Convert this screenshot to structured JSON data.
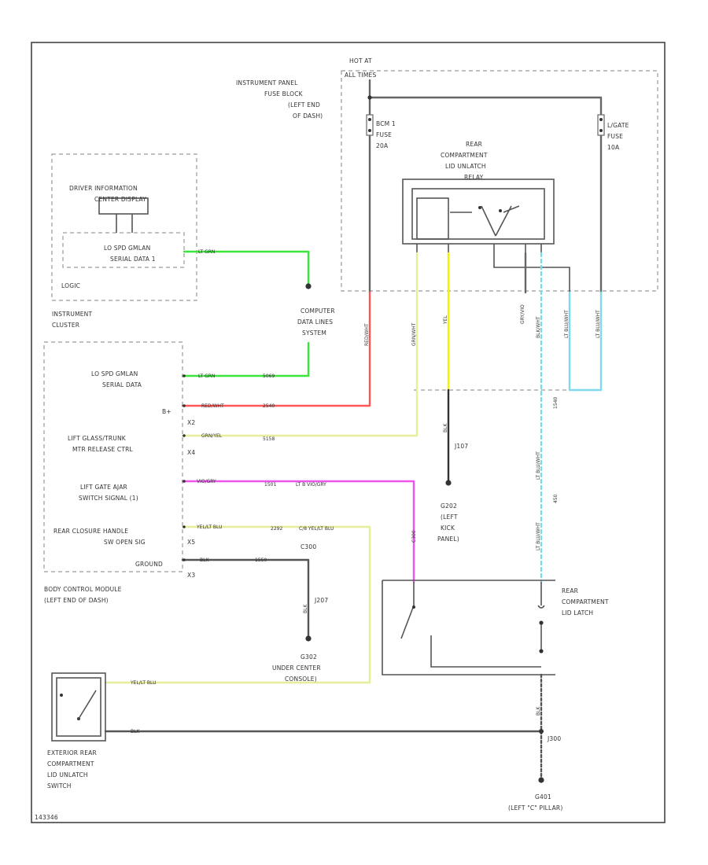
{
  "labels": {
    "hot_at": "HOT AT",
    "all_times": "ALL TIMES",
    "ipfb_1": "INSTRUMENT PANEL",
    "ipfb_2": "FUSE BLOCK",
    "ipfb_3": "(LEFT END",
    "ipfb_4": "OF DASH)",
    "fuse1_1": "BCM 1",
    "fuse1_2": "FUSE",
    "fuse1_3": "20A",
    "fuse2_1": "L/GATE",
    "fuse2_2": "FUSE",
    "fuse2_3": "10A",
    "relay_1": "REAR",
    "relay_2": "COMPARTMENT",
    "relay_3": "LID UNLATCH",
    "relay_4": "RELAY",
    "dic_1": "DRIVER INFORMATION",
    "dic_2": "CENTER DISPLAY",
    "gmlan_1": "LO SPD GMLAN",
    "gmlan_2": "SERIAL DATA 1",
    "logic": "LOGIC",
    "ic_1": "INSTRUMENT",
    "ic_2": "CLUSTER",
    "cdl_1": "COMPUTER",
    "cdl_2": "DATA LINES",
    "cdl_3": "SYSTEM",
    "bcm_pin1_1": "LO SPD GMLAN",
    "bcm_pin1_2": "SERIAL DATA",
    "bcm_b": "B+",
    "bcm_x2": "X2",
    "bcm_pin3_1": "LIFT GLASS/TRUNK",
    "bcm_pin3_2": "MTR RELEASE CTRL",
    "bcm_x4": "X4",
    "bcm_pin4_1": "LIFT GATE AJAR",
    "bcm_pin4_2": "SWITCH SIGNAL (1)",
    "bcm_pin5_1": "REAR CLOSURE HANDLE",
    "bcm_pin5_2": "SW OPEN SIG",
    "bcm_x5": "X5",
    "bcm_ground": "GROUND",
    "bcm_x3": "X3",
    "bcm_1": "BODY CONTROL MODULE",
    "bcm_2": "(LEFT END OF DASH)",
    "g202_1": "G202",
    "g202_2": "(LEFT",
    "g202_3": "KICK",
    "g202_4": "PANEL)",
    "j107": "J107",
    "j207": "J207",
    "g302_1": "G302",
    "g302_2": "UNDER CENTER",
    "g302_3": "CONSOLE)",
    "ext_1": "EXTERIOR REAR",
    "ext_2": "COMPARTMENT",
    "ext_3": "LID UNLATCH",
    "ext_4": "SWITCH",
    "latch_1": "REAR",
    "latch_2": "COMPARTMENT",
    "latch_3": "LID LATCH",
    "g401_1": "G401",
    "g401_2": "(LEFT \"C\" PILLAR)",
    "j300": "J300",
    "c300": "C300",
    "footer": "143346"
  },
  "wires": {
    "ltgrn_1": "LT GRN",
    "ltgrn_2": "LT GRN",
    "c5069": "5069",
    "redwht": "RED/WHT",
    "c2540": "2540",
    "grnyel": "GRN/YEL",
    "c5158": "5158",
    "vio_1": "VIO/GRY",
    "c1501": "1501",
    "vio_2": "LT B VIO/GRY",
    "yelblu_1": "YEL/LT BLU",
    "c2292": "2292",
    "yelblu_2": "C/8 YEL/LT BLU",
    "c300b": "C300",
    "blk_1": "BLK",
    "c1550": "1550",
    "yel_ltblu": "YEL/LT BLU",
    "blk_2": "BLK",
    "v_redwht": "RED/WHT",
    "v_grnwht": "GRN/WHT",
    "v_yel": "YEL",
    "v_gryviolet": "GRY/VIO",
    "v_ltblu1": "LT BLU/WHT",
    "v_ltblu2": "LT BLU/WHT",
    "v_blkwht": "BLK/WHT",
    "v_blk": "BLK",
    "v_ltbluwht": "LT BLU/WHT",
    "v_ltbluwht2": "LT BLU/WHT",
    "c1540": "1540",
    "v_blk2": "BLK",
    "v_blk3": "BLK",
    "c450": "450"
  },
  "colors": {
    "green": "#39e639",
    "red": "#ff5555",
    "yellow_green": "#e6ee9a",
    "yellow": "#f2f200",
    "magenta": "#ee55ee",
    "light_blue": "#80d8ee",
    "gray": "#666666",
    "black": "#333333"
  }
}
